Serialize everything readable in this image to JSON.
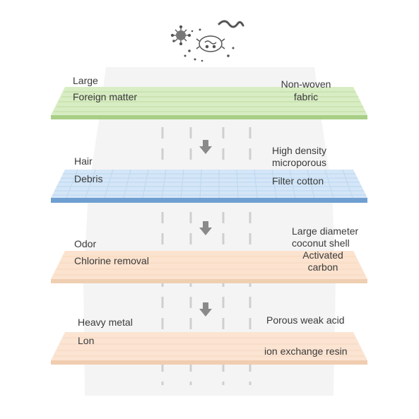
{
  "layers": [
    {
      "left_top": "Large",
      "left_bottom": "Foreign matter",
      "right_lines": [
        "Non-woven",
        "fabric"
      ],
      "fill": "#d8edc4",
      "stripe": "#c3e0a6",
      "edge": "#a9cf87"
    },
    {
      "left_top": "Hair",
      "left_bottom": "Debris",
      "right_lines": [
        "High density",
        "microporous"
      ],
      "right_bottom": "Filter cotton",
      "fill": "#d4e6f7",
      "stripe": "#b7d3ef",
      "edge": "#6f9fd0"
    },
    {
      "left_top": "Odor",
      "left_bottom": "Chlorine removal",
      "right_lines": [
        "Large diameter",
        "coconut shell"
      ],
      "right_sub": [
        "Activated",
        "carbon"
      ],
      "fill": "#fbe3cf",
      "stripe": "#f6d3b6",
      "edge": "#efcfb2"
    },
    {
      "left_top": "Heavy metal",
      "left_bottom": "Lon",
      "right_top": "Porous weak acid",
      "right_bottom": "ion exchange resin",
      "fill": "#fbe4d2",
      "stripe": "#f6d7bf",
      "edge": "#f0cdb0"
    }
  ],
  "icons": [
    "virus-icon",
    "bacteria-icon",
    "worm-icon",
    "arrow-down-icon"
  ]
}
